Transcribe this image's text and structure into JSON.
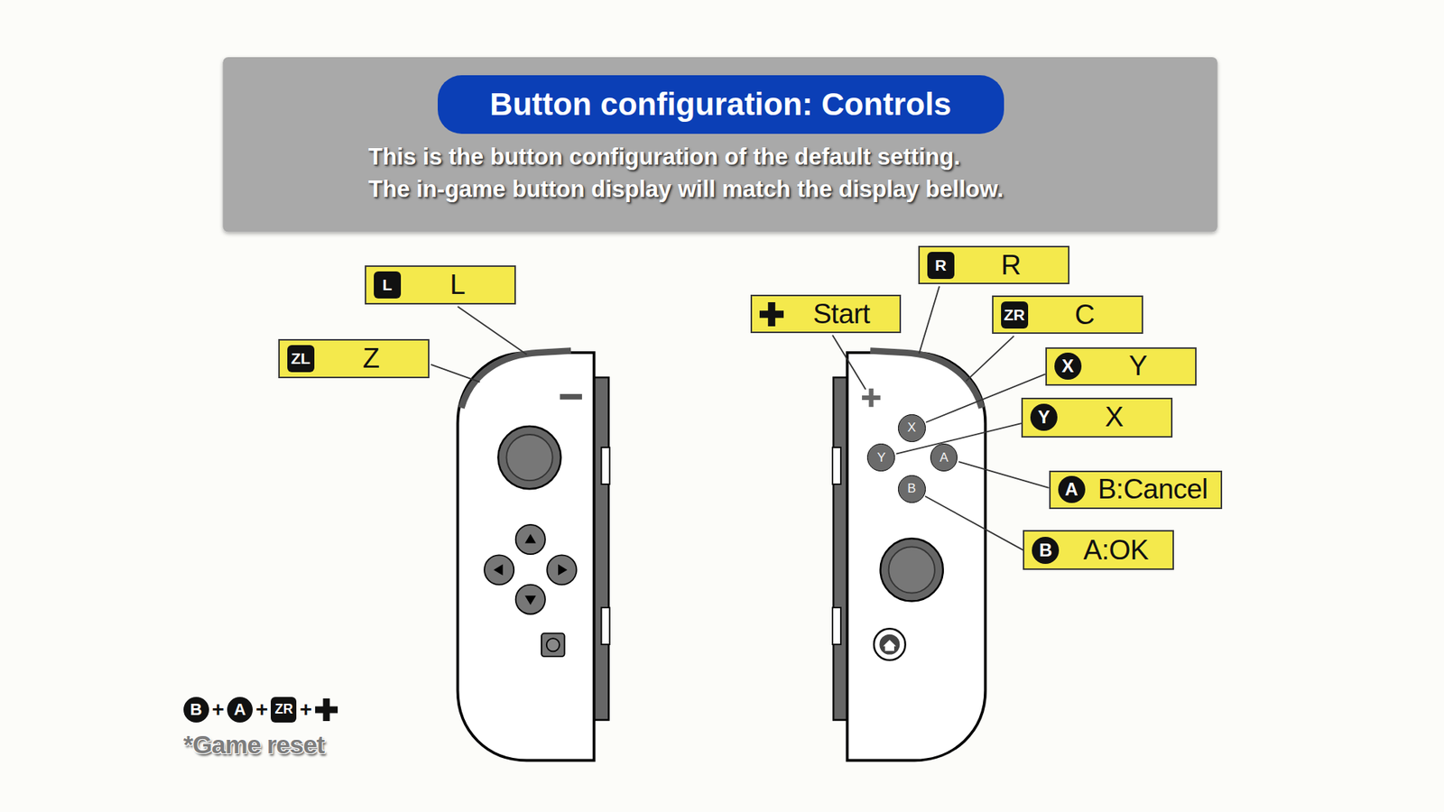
{
  "diagram": {
    "title": "Button configuration: Controls",
    "nodes": [
      {
        "text": [
          "ZL",
          "Z"
        ]
      },
      {
        "text": [
          "L",
          "L"
        ]
      },
      {
        "text": [
          "Start"
        ]
      },
      {
        "text": [
          "R",
          "R"
        ]
      },
      {
        "text": [
          "ZR",
          "C"
        ]
      },
      {
        "text": [
          "X",
          "Y"
        ]
      },
      {
        "text": [
          "Y",
          "X"
        ]
      },
      {
        "text": [
          "A",
          "B:Cancel"
        ]
      },
      {
        "text": [
          "B",
          "A:OK"
        ]
      },
      {
        "text": [
          "X"
        ]
      },
      {
        "text": [
          "Y"
        ]
      },
      {
        "text": [
          "A"
        ]
      },
      {
        "text": [
          "B"
        ]
      }
    ],
    "edges": [
      {
        "from": 5,
        "to": 9,
        "arrow": "none"
      },
      {
        "from": 6,
        "to": 10,
        "arrow": "none"
      },
      {
        "from": 7,
        "to": 11,
        "arrow": "none"
      },
      {
        "from": 8,
        "to": 12,
        "arrow": "none"
      }
    ],
    "labels": [
      "This is the button configuration of the default setting.",
      "The in-game button display will match the display bellow.",
      "B",
      "+",
      "A",
      "+",
      "ZR",
      "+",
      "*Game reset"
    ]
  }
}
